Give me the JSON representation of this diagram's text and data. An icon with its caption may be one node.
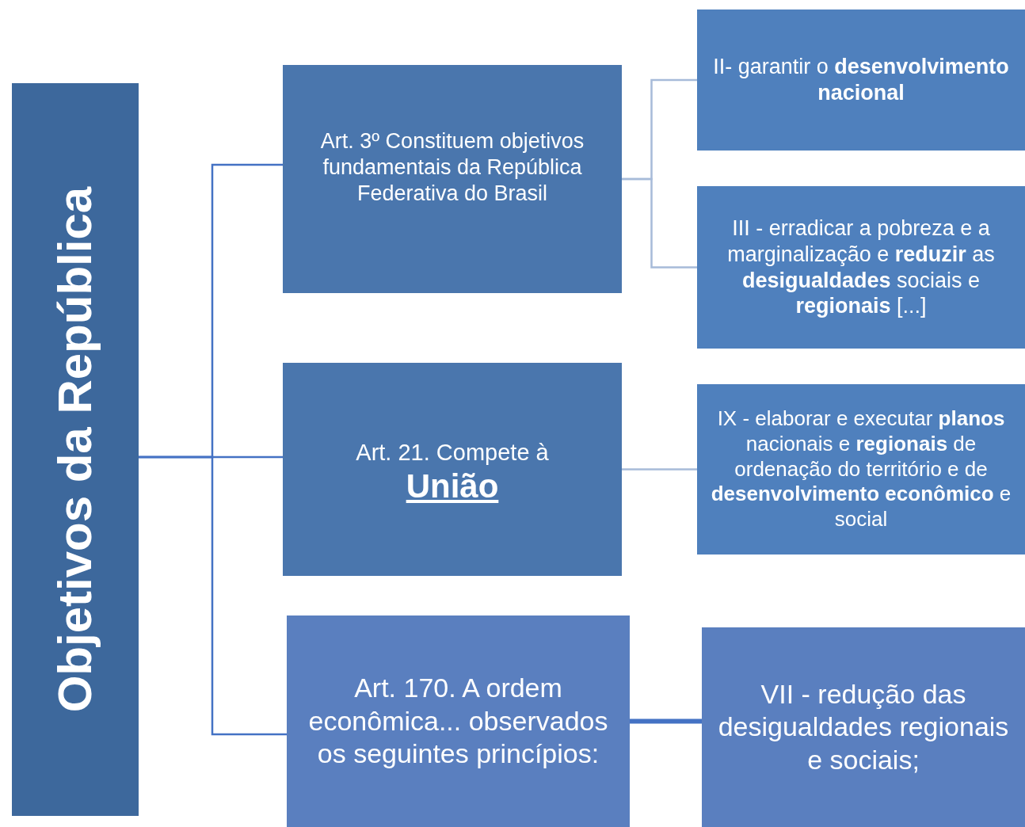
{
  "diagram": {
    "nodes": [
      {
        "text": [
          "Objetivos da República"
        ]
      },
      {
        "text": [
          "Art. 3º Constituem objetivos fundamentais da República Federativa do Brasil"
        ]
      },
      {
        "text": [
          "II- garantir o **desenvolvimento nacional**"
        ]
      },
      {
        "text": [
          "III - erradicar a pobreza e a marginalização e **reduzir** as **desigualdades** sociais e **regionais** [...]"
        ]
      },
      {
        "text": [
          "Art. 21. Compete à",
          "União"
        ]
      },
      {
        "text": [
          "IX - elaborar e executar **planos** nacionais e **regionais** de ordenação do território e de **desenvolvimento econômico** e social"
        ]
      },
      {
        "text": [
          "Art. 170. A ordem econômica... observados os seguintes princípios:"
        ]
      },
      {
        "text": [
          "VII - redução das desigualdades regionais e sociais;"
        ]
      }
    ],
    "edges": [
      {
        "from": 0,
        "to": 1,
        "arrow": "none"
      },
      {
        "from": 0,
        "to": 4,
        "arrow": "none"
      },
      {
        "from": 0,
        "to": 6,
        "arrow": "none"
      },
      {
        "from": 1,
        "to": 2,
        "arrow": "none",
        "color": "#a7bbd9"
      },
      {
        "from": 1,
        "to": 3,
        "arrow": "none",
        "color": "#a7bbd9"
      },
      {
        "from": 4,
        "to": 5,
        "arrow": "none",
        "color": "#a7bbd9"
      },
      {
        "from": 6,
        "to": 7,
        "arrow": "none",
        "style": "thick"
      }
    ]
  }
}
